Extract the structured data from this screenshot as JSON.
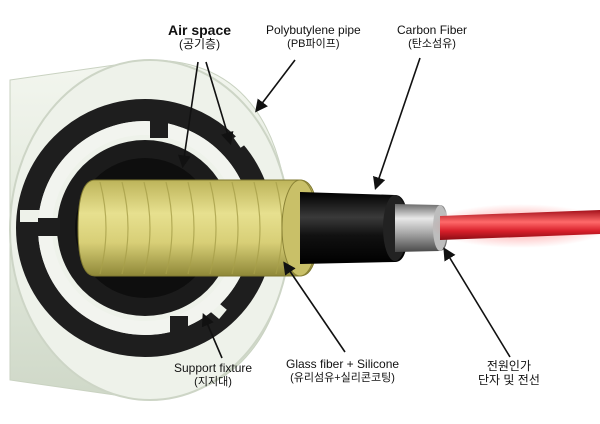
{
  "labels": {
    "air_space": {
      "en": "Air space",
      "ko": "(공기층)"
    },
    "pb_pipe": {
      "en": "Polybutylene pipe",
      "ko": "(PB파이프)"
    },
    "carbon_fiber": {
      "en": "Carbon Fiber",
      "ko": "(탄소섬유)"
    },
    "support_fixture": {
      "en": "Support fixture",
      "ko": "(지지대)"
    },
    "glass_fiber": {
      "en": "Glass fiber + Silicone",
      "ko": "(유리섬유+실리콘코팅)"
    },
    "terminal": {
      "line1": "전원인가",
      "line2": "단자 및 전선"
    }
  },
  "colors": {
    "pipe_shell": "#e9efe4",
    "dark_ring": "#2a2a2a",
    "glass_fiber": "#d9d27a",
    "carbon": "#1a1a1a",
    "wire": "#d81f2a"
  }
}
